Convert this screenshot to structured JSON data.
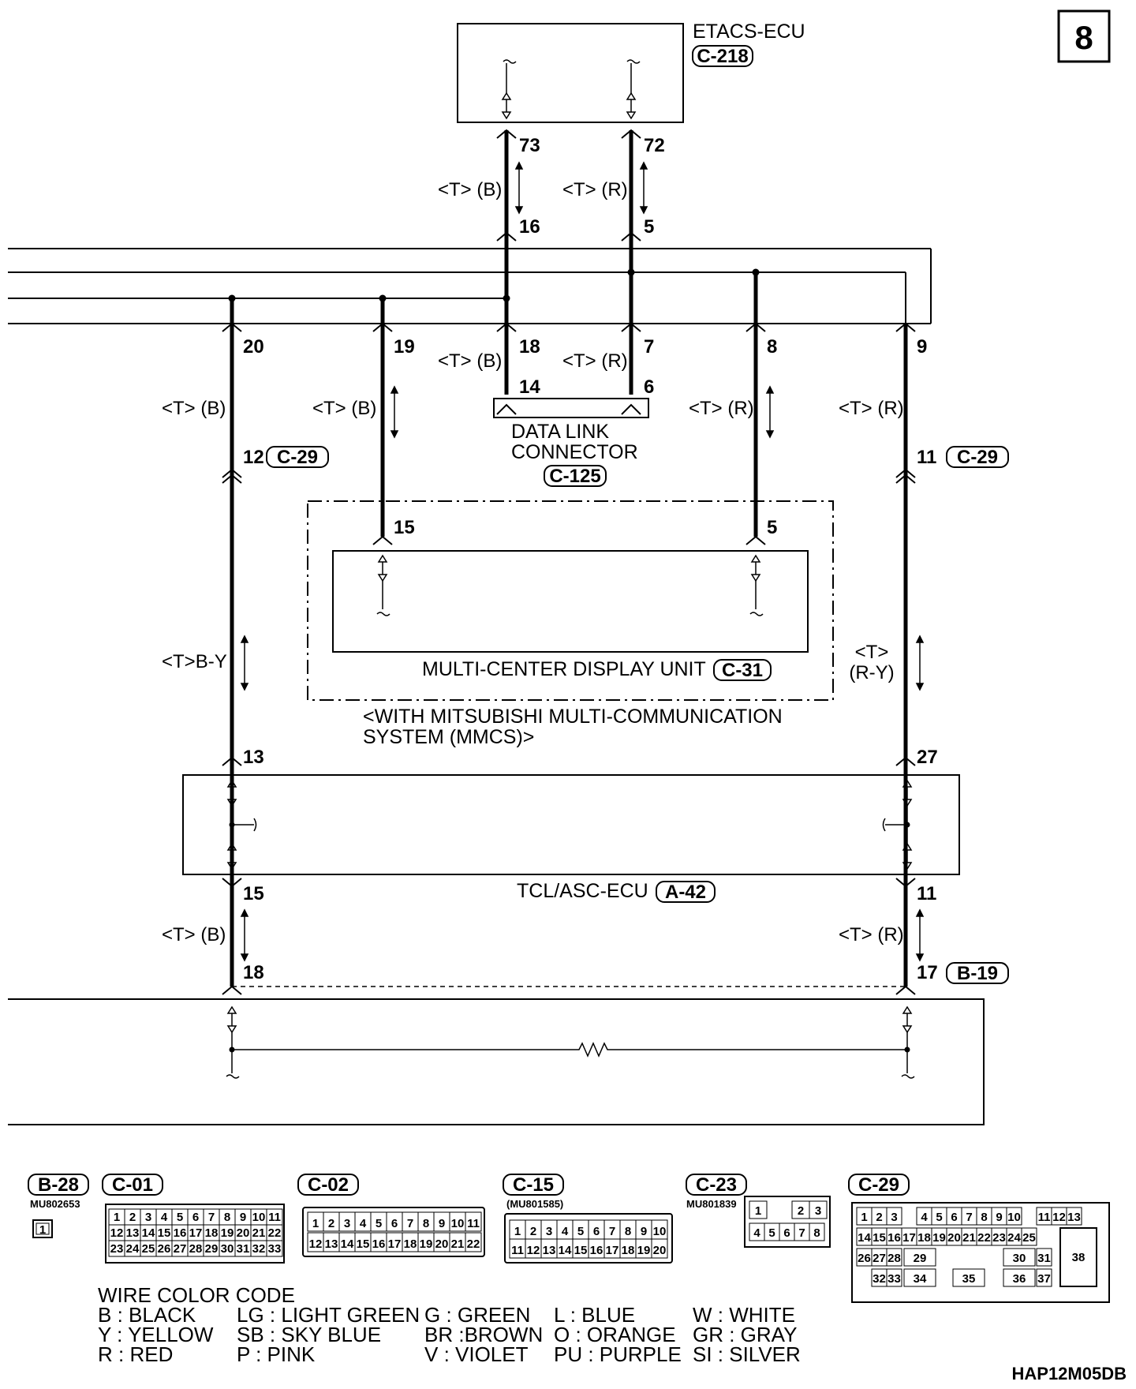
{
  "page_number": "8",
  "diagram_code": "HAP12M05DB",
  "components": {
    "etacs": {
      "name": "ETACS-ECU",
      "connector": "C-218"
    },
    "dlc": {
      "line1": "DATA LINK",
      "line2": "CONNECTOR",
      "connector": "C-125"
    },
    "mcdu": {
      "name": "MULTI-CENTER DISPLAY UNIT",
      "connector": "C-31"
    },
    "mmcs_note": {
      "line1": "<WITH MITSUBISHI MULTI-COMMUNICATION",
      "line2": "SYSTEM (MMCS)>"
    },
    "tcl": {
      "name": "TCL/ASC-ECU",
      "connector": "A-42"
    }
  },
  "pins": {
    "etacs_73": "73",
    "etacs_72": "72",
    "j_16": "16",
    "j_5": "5",
    "p20": "20",
    "p19": "19",
    "p18": "18",
    "p7": "7",
    "p8": "8",
    "p9": "9",
    "dlc_14": "14",
    "dlc_6": "6",
    "c29_12": "12",
    "c29_11": "11",
    "mcdu_15": "15",
    "mcdu_5": "5",
    "tcl_13": "13",
    "tcl_27": "27",
    "tcl_15": "15",
    "tcl_11": "11",
    "b19_18": "18",
    "b19_17": "17"
  },
  "connector_tags": {
    "c29": "C-29",
    "b19": "B-19"
  },
  "wire_colors": {
    "tb": "<T> (B)",
    "tr": "<T> (R)",
    "tby": "<T>B-Y",
    "tr_top": "<T>",
    "ry": "(R-Y)"
  },
  "connector_views": {
    "b28": {
      "name": "B-28",
      "part": "MU802653",
      "cell": "1"
    },
    "c01": {
      "name": "C-01",
      "row1": [
        "1",
        "2",
        "3",
        "4",
        "5",
        "6",
        "7",
        "8",
        "9",
        "10",
        "11"
      ],
      "row2": [
        "12",
        "13",
        "14",
        "15",
        "16",
        "17",
        "18",
        "19",
        "20",
        "21",
        "22"
      ],
      "row3": [
        "23",
        "24",
        "25",
        "26",
        "27",
        "28",
        "29",
        "30",
        "31",
        "32",
        "33"
      ]
    },
    "c02": {
      "name": "C-02",
      "row1": [
        "1",
        "2",
        "3",
        "4",
        "5",
        "6",
        "7",
        "8",
        "9",
        "10",
        "11"
      ],
      "row2": [
        "12",
        "13",
        "14",
        "15",
        "16",
        "17",
        "18",
        "19",
        "20",
        "21",
        "22"
      ]
    },
    "c15": {
      "name": "C-15",
      "part": "(MU801585)",
      "row1": [
        "1",
        "2",
        "3",
        "4",
        "5",
        "6",
        "7",
        "8",
        "9",
        "10"
      ],
      "row2": [
        "11",
        "12",
        "13",
        "14",
        "15",
        "16",
        "17",
        "18",
        "19",
        "20"
      ]
    },
    "c23": {
      "name": "C-23",
      "part": "MU801839",
      "top": [
        "1",
        "2",
        "3"
      ],
      "bottom": [
        "4",
        "5",
        "6",
        "7",
        "8"
      ]
    },
    "c29": {
      "name": "C-29",
      "row1": [
        "1",
        "2",
        "3",
        "4",
        "5",
        "6",
        "7",
        "8",
        "9",
        "10",
        "11",
        "12",
        "13"
      ],
      "row2": [
        "14",
        "15",
        "16",
        "17",
        "18",
        "19",
        "20",
        "21",
        "22",
        "23",
        "24",
        "25"
      ],
      "row3": [
        "26",
        "27",
        "28",
        "29",
        "30",
        "31"
      ],
      "row4": [
        "32",
        "33",
        "34",
        "35",
        "36",
        "37"
      ],
      "big": "38"
    }
  },
  "legend": {
    "title": "WIRE COLOR CODE",
    "line1": [
      "B : BLACK",
      "LG : LIGHT GREEN",
      "G : GREEN",
      "L : BLUE",
      "W : WHITE"
    ],
    "line2": [
      "Y : YELLOW",
      "SB : SKY BLUE",
      "BR :BROWN",
      "O : ORANGE",
      "GR : GRAY"
    ],
    "line3": [
      "R : RED",
      "P : PINK",
      "V : VIOLET",
      "PU : PURPLE",
      "SI : SILVER"
    ]
  }
}
